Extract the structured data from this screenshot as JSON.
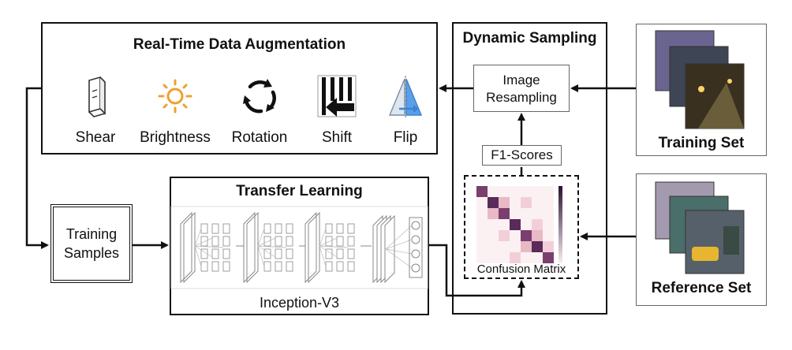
{
  "augmentation": {
    "title": "Real-Time Data Augmentation",
    "items": [
      {
        "label": "Shear",
        "icon": "shear-icon"
      },
      {
        "label": "Brightness",
        "icon": "sun-icon",
        "color": "#f0a030"
      },
      {
        "label": "Rotation",
        "icon": "rotation-icon"
      },
      {
        "label": "Shift",
        "icon": "shift-arrow-icon"
      },
      {
        "label": "Flip",
        "icon": "flip-icon",
        "color": "#3b82d6"
      }
    ]
  },
  "dynamic_sampling": {
    "title": "Dynamic Sampling",
    "image_resampling": "Image\nResampling",
    "f1_scores": "F1-Scores",
    "confusion_matrix": "Confusion Matrix"
  },
  "training_set": {
    "label": "Training Set"
  },
  "reference_set": {
    "label": "Reference Set"
  },
  "training_samples": {
    "label": "Training\nSamples"
  },
  "transfer_learning": {
    "title": "Transfer Learning",
    "model": "Inception-V3"
  },
  "colors": {
    "matrix_dark": "#2a1030",
    "matrix_light": "#f3d9de"
  }
}
